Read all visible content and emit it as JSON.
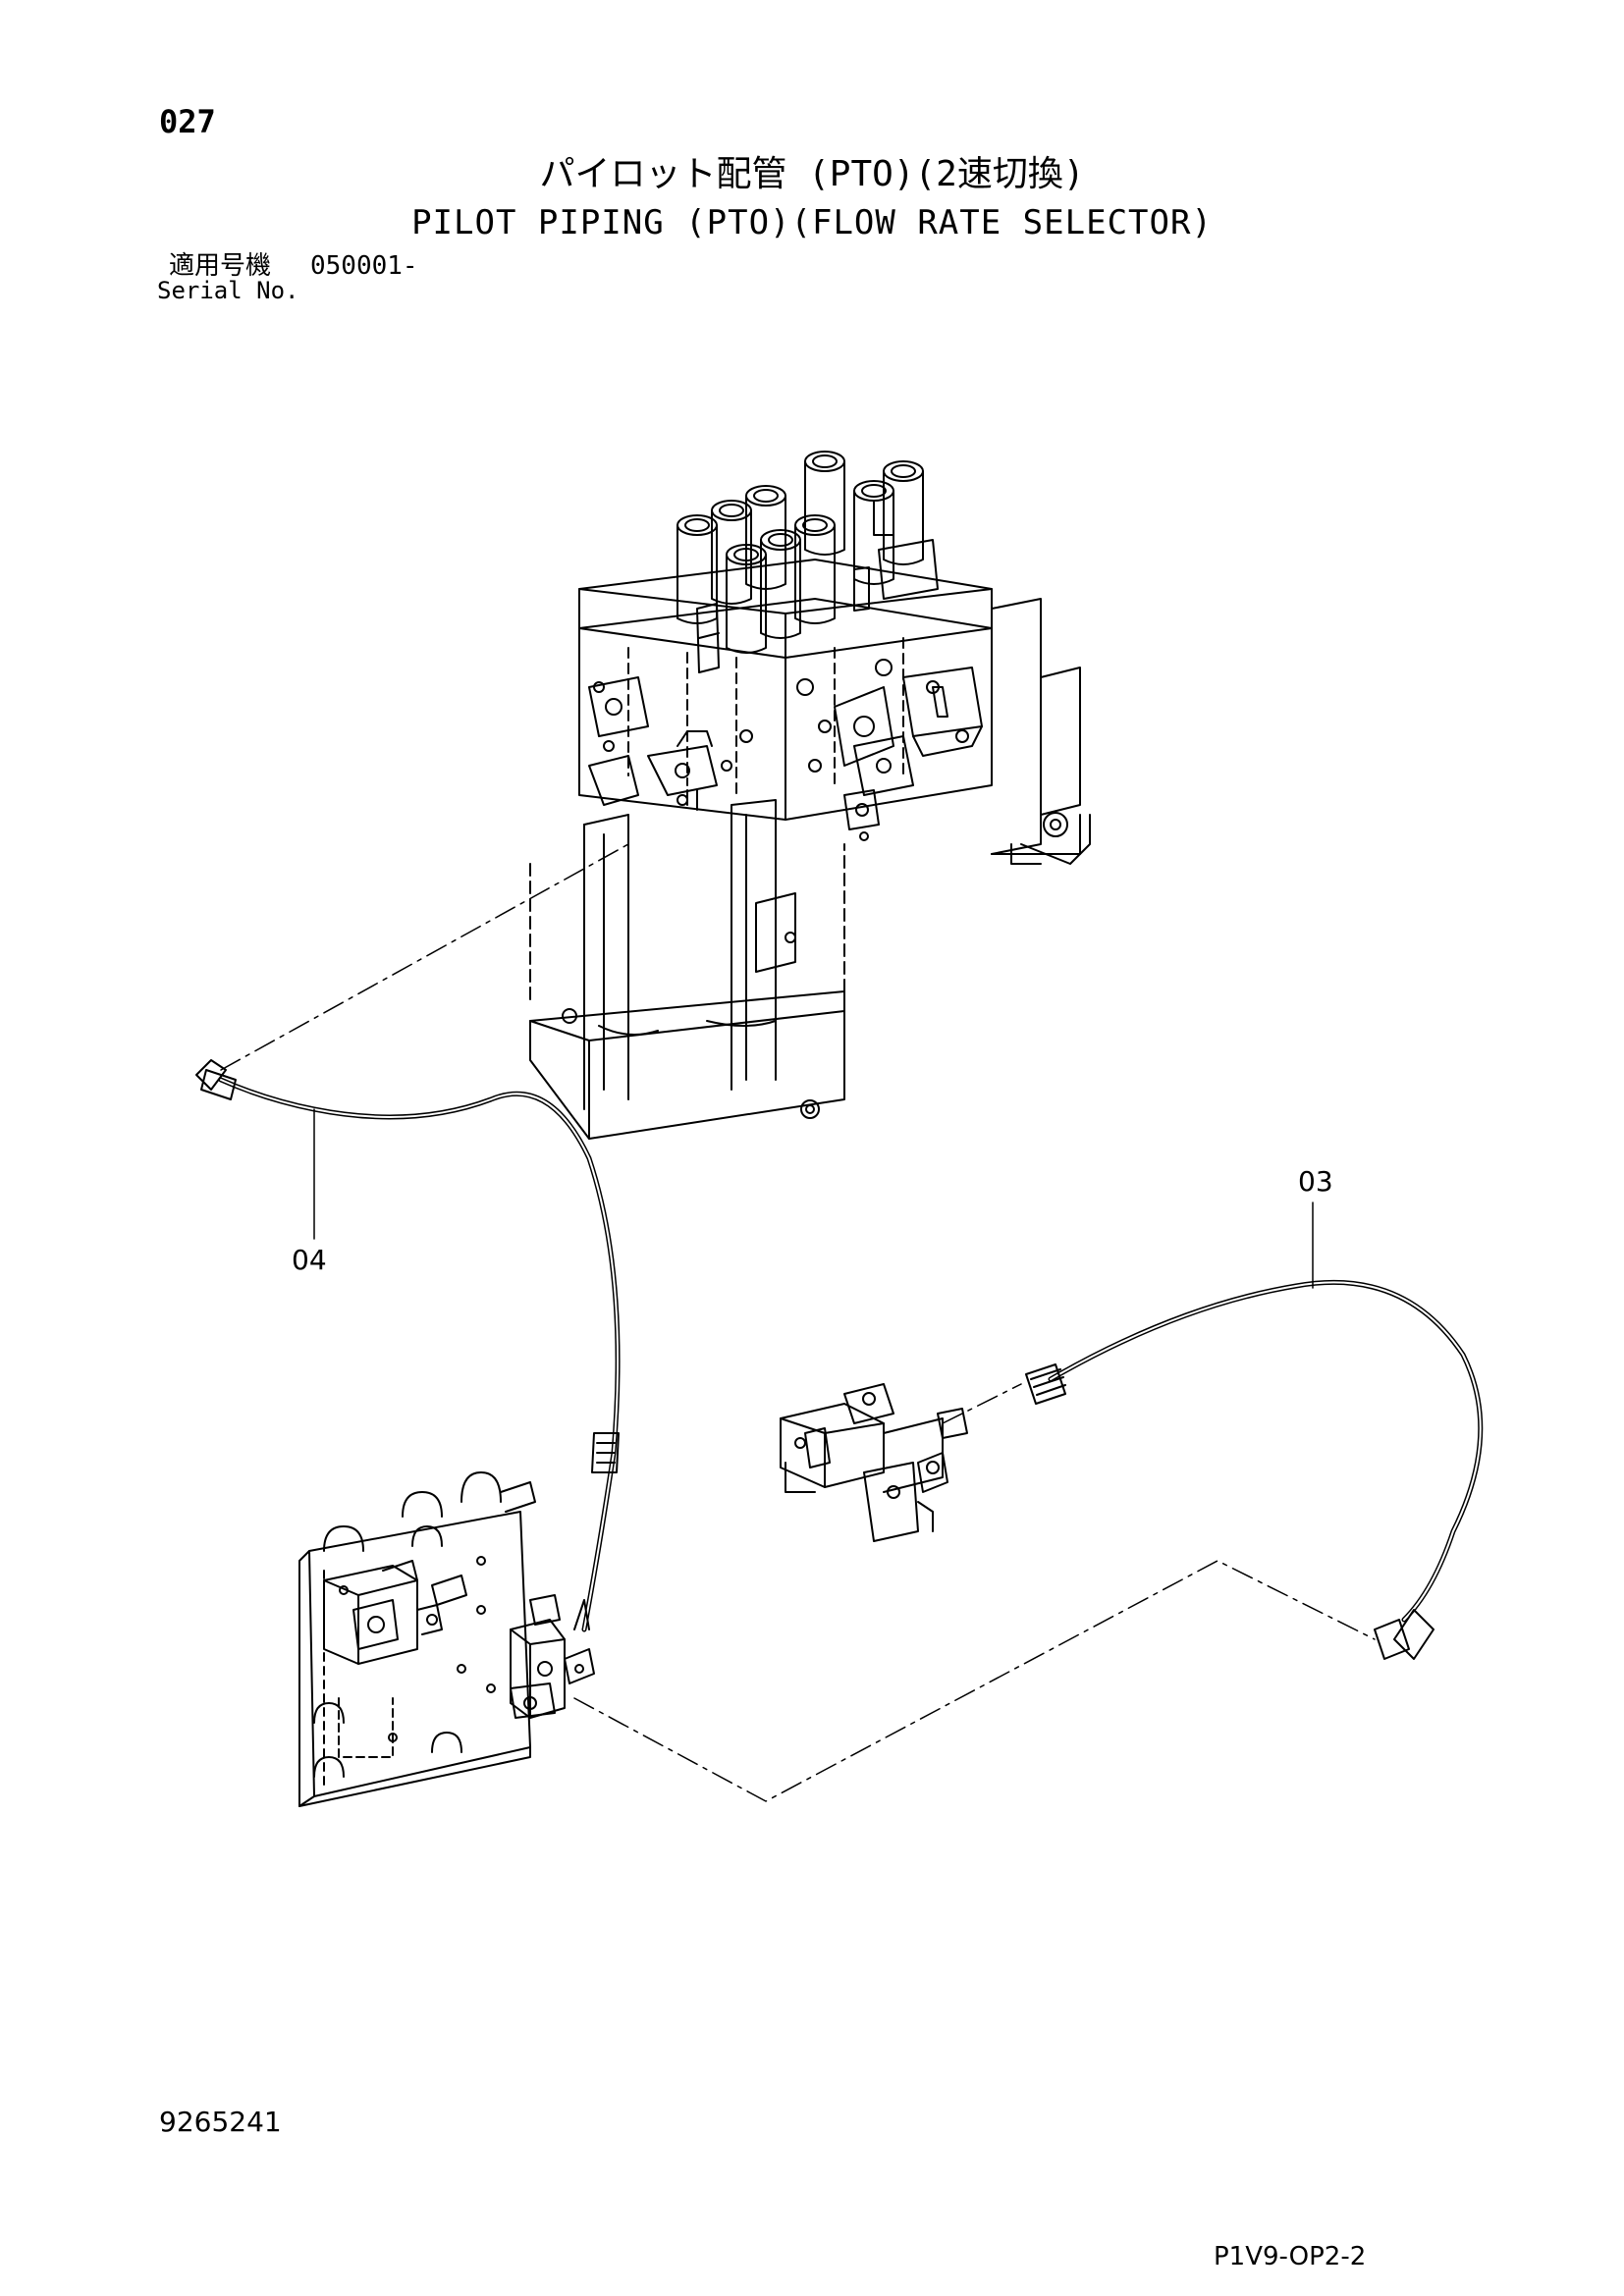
{
  "header": {
    "page_no": "027",
    "title_jp": "パイロット配管 (PTO)(2速切換)",
    "title_en": "PILOT PIPING (PTO)(FLOW RATE SELECTOR)",
    "serial_label_jp": "適用号機",
    "serial_value": "050001-",
    "serial_label_en": "Serial No."
  },
  "callouts": {
    "part_03": "03",
    "part_04": "04"
  },
  "footer": {
    "doc_number": "9265241",
    "sheet_code": "P1V9-OP2-2"
  }
}
